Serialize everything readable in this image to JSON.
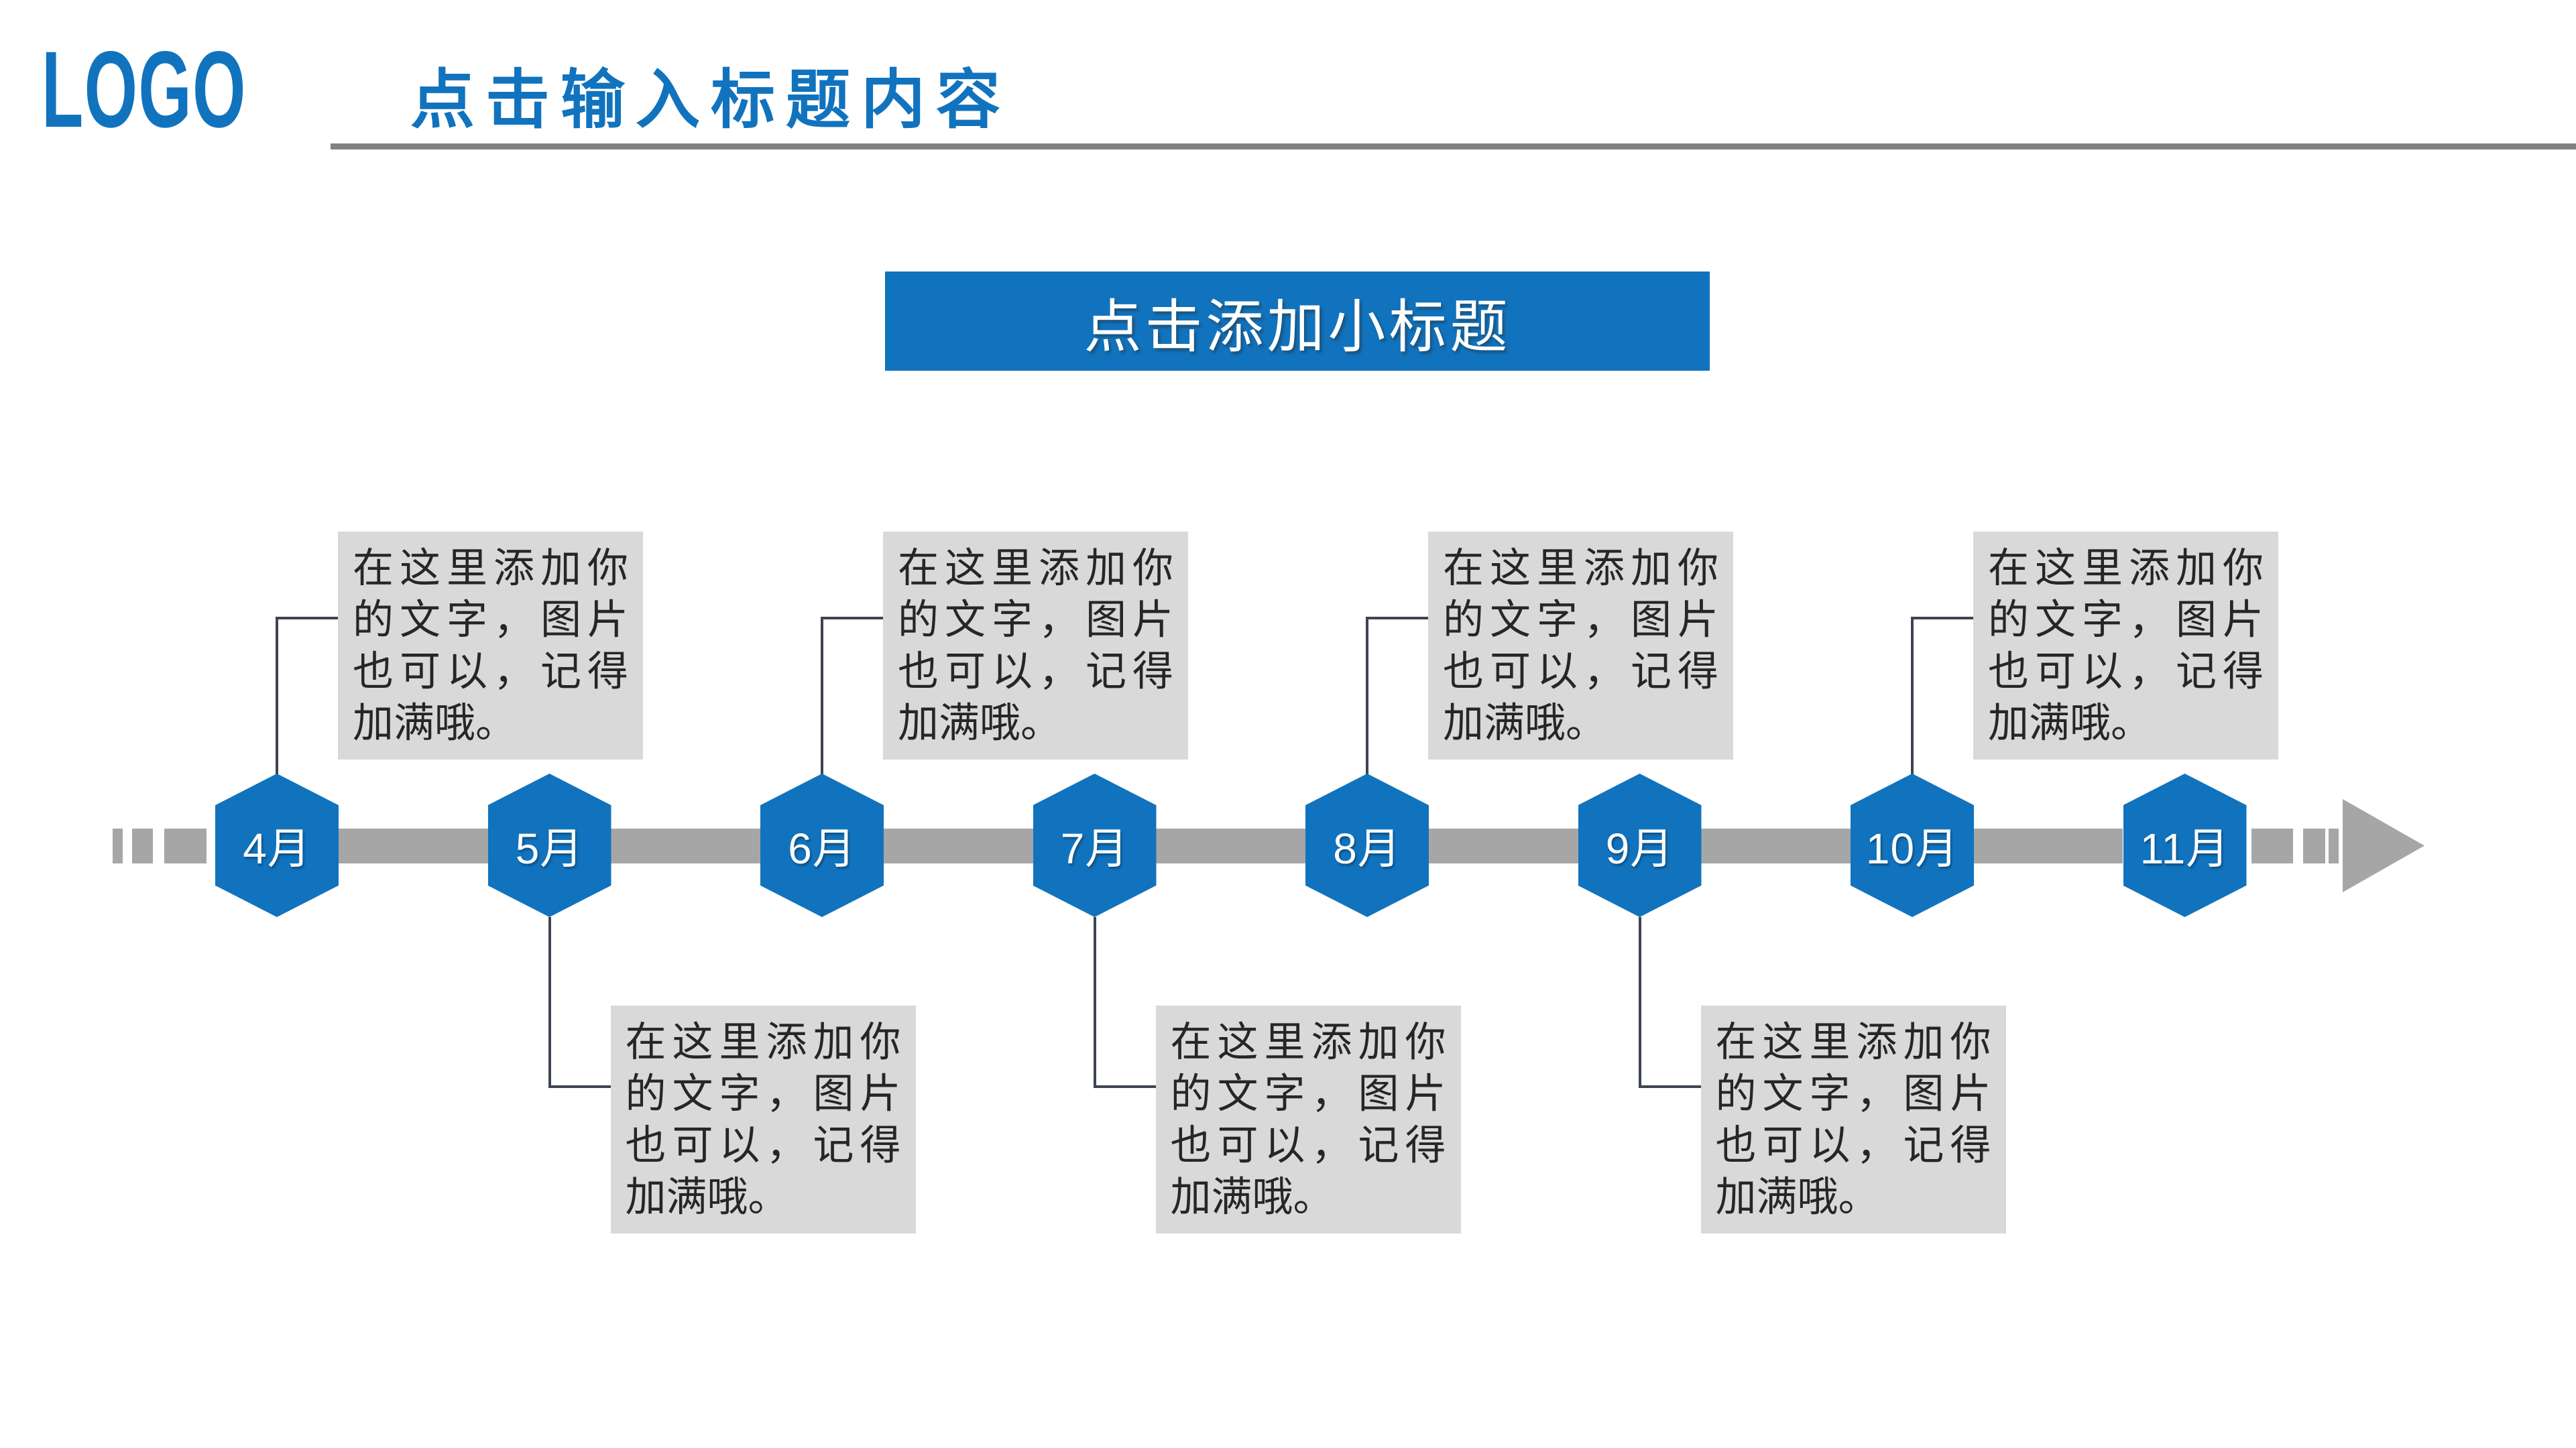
{
  "header": {
    "logo": "LOGO",
    "title": "点击输入标题内容"
  },
  "subtitle": {
    "label": "点击添加小标题"
  },
  "timeline": {
    "note_text": "在这里添加你的文字，图片也可以，记得加满哦。",
    "milestones": [
      {
        "label": "4月",
        "side": "top"
      },
      {
        "label": "5月",
        "side": "bottom"
      },
      {
        "label": "6月",
        "side": "top"
      },
      {
        "label": "7月",
        "side": "bottom"
      },
      {
        "label": "8月",
        "side": "top"
      },
      {
        "label": "9月",
        "side": "bottom"
      },
      {
        "label": "10月",
        "side": "top"
      },
      {
        "label": "11月",
        "side": "none"
      }
    ],
    "direction_icon": "right-arrow"
  },
  "colors": {
    "accent": "#1173BD",
    "bar": "#A6A6A6",
    "box_bg": "#D9D9D9",
    "connector": "#3E4452",
    "rule": "#808080",
    "note_text_color": "#262626"
  }
}
